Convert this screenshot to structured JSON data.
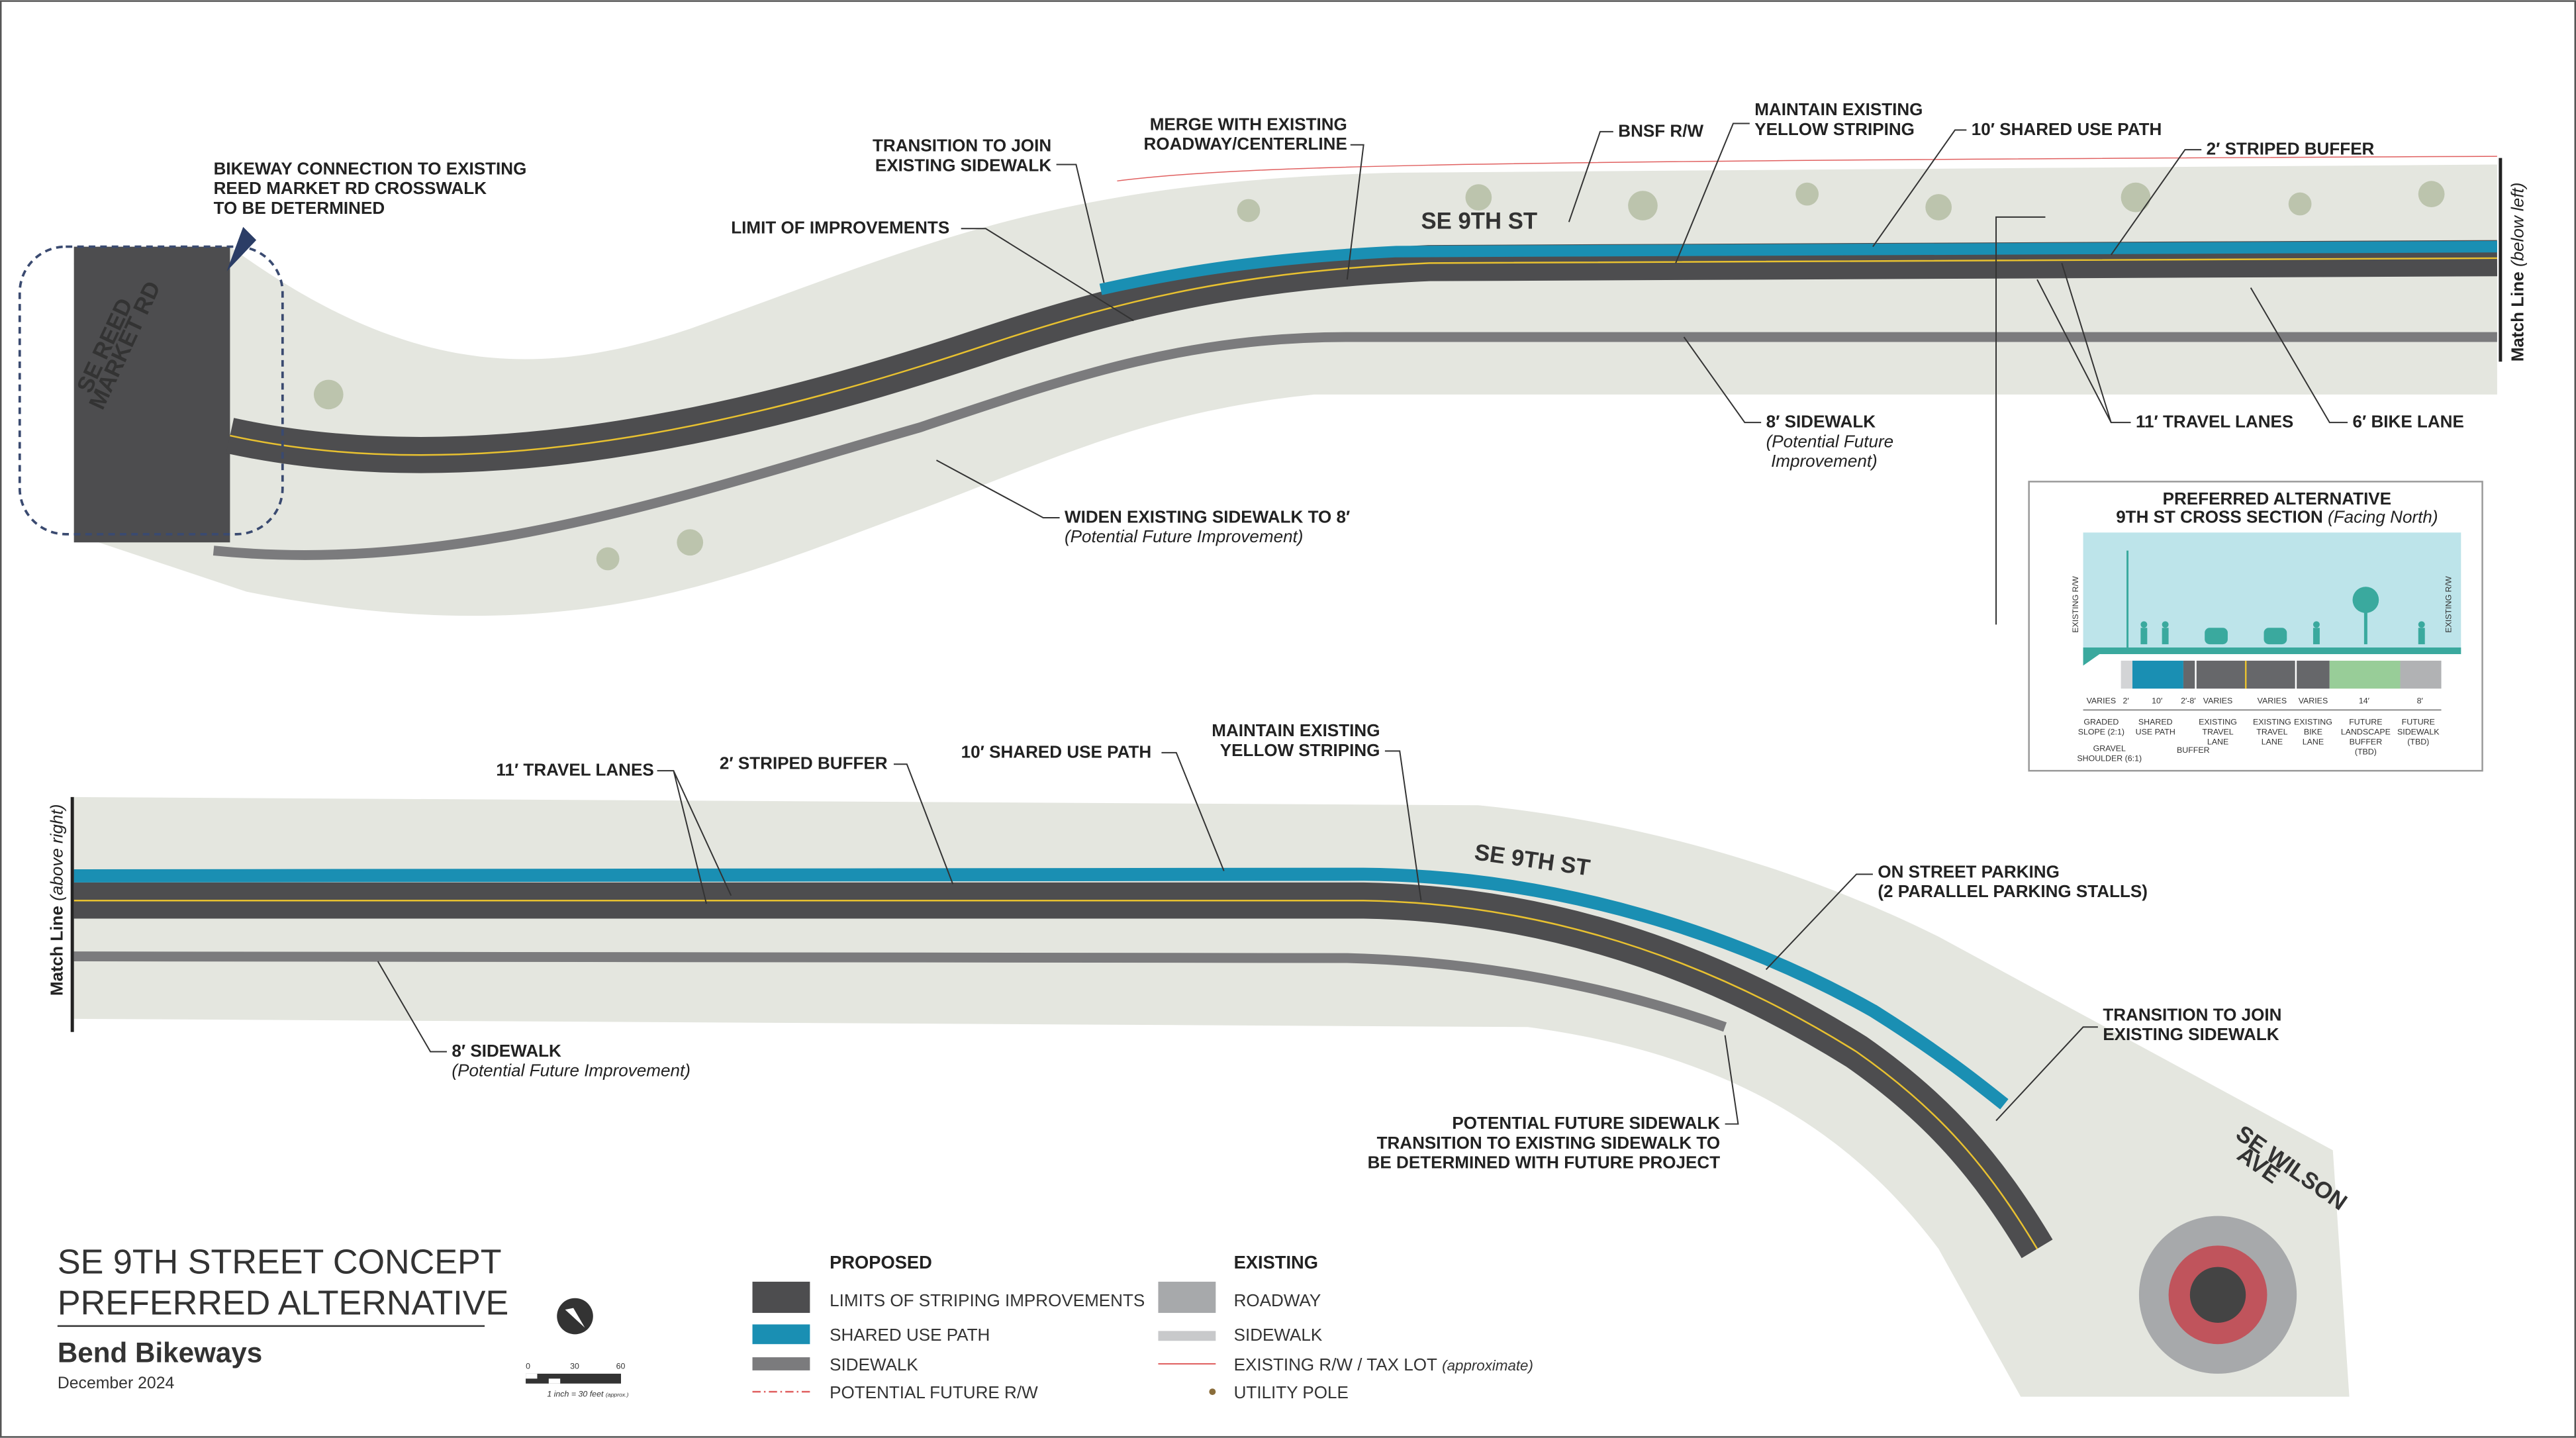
{
  "title": {
    "line1": "SE 9TH STREET CONCEPT",
    "line2": "PREFERRED ALTERNATIVE",
    "org": "Bend Bikeways",
    "date": "December 2024"
  },
  "scale": {
    "ticks": [
      "0",
      "30",
      "60"
    ],
    "note": "1 inch = 30 feet",
    "note_approx": "(approx.)"
  },
  "streets": {
    "top": "SE 9TH ST",
    "bottom": "SE 9TH ST",
    "reed_1": "SE REED",
    "reed_2": "MARKET RD",
    "wilson_1": "SE WILSON",
    "wilson_2": "AVE"
  },
  "match_lines": {
    "top": "Match Line",
    "top_note": "(below left)",
    "bottom": "Match Line",
    "bottom_note": "(above right)"
  },
  "callouts_top": {
    "bikeway": [
      "BIKEWAY CONNECTION TO EXISTING",
      "REED MARKET RD CROSSWALK",
      "TO BE DETERMINED"
    ],
    "limit": "LIMIT OF IMPROVEMENTS",
    "transition": [
      "TRANSITION TO JOIN",
      "EXISTING SIDEWALK"
    ],
    "merge": [
      "MERGE WITH EXISTING",
      "ROADWAY/CENTERLINE"
    ],
    "bnsf": "BNSF R/W",
    "maintain": [
      "MAINTAIN EXISTING",
      "YELLOW STRIPING"
    ],
    "shared": "10′ SHARED USE PATH",
    "buffer": "2′ STRIPED BUFFER",
    "widen": "WIDEN EXISTING SIDEWALK TO 8′",
    "widen_note": "(Potential Future Improvement)",
    "sidewalk": "8′ SIDEWALK",
    "sidewalk_note": [
      "(Potential Future",
      "Improvement)"
    ],
    "travel": "11′ TRAVEL LANES",
    "bike": "6′ BIKE LANE"
  },
  "callouts_bottom": {
    "travel": "11′ TRAVEL LANES",
    "buffer": "2′ STRIPED BUFFER",
    "shared": "10′ SHARED USE PATH",
    "maintain": [
      "MAINTAIN EXISTING",
      "YELLOW STRIPING"
    ],
    "parking": [
      "ON STREET PARKING",
      "(2 PARALLEL PARKING STALLS)"
    ],
    "transition": [
      "TRANSITION TO JOIN",
      "EXISTING SIDEWALK"
    ],
    "sidewalk": "8′ SIDEWALK",
    "sidewalk_note": "(Potential Future Improvement)",
    "future": [
      "POTENTIAL FUTURE SIDEWALK",
      "TRANSITION TO EXISTING  SIDEWALK TO",
      "BE DETERMINED WITH FUTURE PROJECT"
    ]
  },
  "cross_section": {
    "title": "PREFERRED ALTERNATIVE",
    "subtitle": "9TH ST CROSS SECTION",
    "subtitle_note": "(Facing North)",
    "rw_label": "EXISTING R/W",
    "widths": [
      "VARIES",
      "2′",
      "10′",
      "2′-8′",
      "VARIES",
      "VARIES",
      "VARIES",
      "14′",
      "8′"
    ],
    "labels": [
      [
        "GRADED",
        "SLOPE (2:1)"
      ],
      [
        "SHARED",
        "USE PATH"
      ],
      [
        "EXISTING",
        "TRAVEL",
        "LANE"
      ],
      [
        "EXISTING",
        "TRAVEL",
        "LANE"
      ],
      [
        "EXISTING",
        "BIKE",
        "LANE"
      ],
      [
        "FUTURE",
        "LANDSCAPE",
        "BUFFER",
        "(TBD)"
      ],
      [
        "FUTURE",
        "SIDEWALK",
        "(TBD)"
      ]
    ],
    "gravel": [
      "GRAVEL",
      "SHOULDER (6:1)"
    ],
    "buffer": "BUFFER"
  },
  "legend": {
    "proposed_header": "PROPOSED",
    "existing_header": "EXISTING",
    "proposed": [
      "LIMITS OF STRIPING IMPROVEMENTS",
      "SHARED USE PATH",
      "SIDEWALK",
      "POTENTIAL FUTURE R/W"
    ],
    "existing": [
      "ROADWAY",
      "SIDEWALK",
      "EXISTING R/W / TAX LOT",
      "UTILITY POLE"
    ],
    "existing_rw_note": "(approximate)"
  },
  "colors": {
    "shared_path": "#1a8fb3",
    "road": "#4d4d4f",
    "sidewalk": "#7b7b7d",
    "existing_road": "#a7a9ab",
    "existing_sidewalk": "#c8c9cb",
    "rw": "#e06060",
    "striping": "#e8c130",
    "pole": "#8a6d3b"
  }
}
